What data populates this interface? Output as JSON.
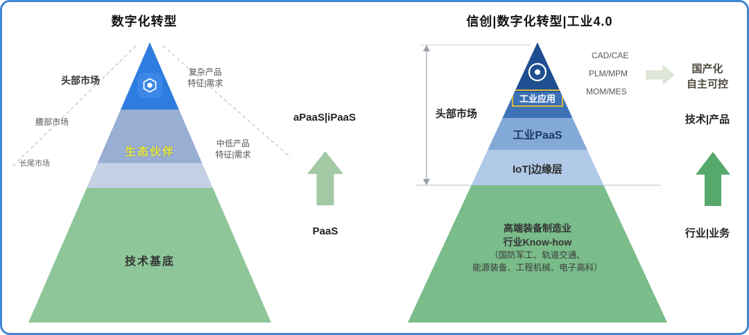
{
  "left_diagram": {
    "title": "数字化转型",
    "markets": [
      {
        "label": "头部市场"
      },
      {
        "label": "腰部市场"
      },
      {
        "label": "长尾市场"
      }
    ],
    "demand_labels": [
      {
        "line1": "复杂产品",
        "line2": "特征|需求"
      },
      {
        "line1": "中低产品",
        "line2": "特征|需求"
      }
    ],
    "pyramid": {
      "partner_layer": "生态伙伴",
      "base_layer": "技术基底"
    },
    "annotations": {
      "top": "aPaaS|iPaaS",
      "bottom": "PaaS"
    }
  },
  "right_diagram": {
    "title": "信创|数字化转型|工业4.0",
    "market": "头部市场",
    "pyramid": {
      "app_layer": "工业应用",
      "paas_layer": "工业PaaS",
      "iot_layer": "IoT|边缘层",
      "base_line1": "高端装备制造业",
      "base_line2": "行业Know-how",
      "base_line3": "（国防军工、轨道交通、",
      "base_line4": "能源装备、工程机械、电子高科）"
    },
    "tech_labels": [
      {
        "label": "CAD/CAE"
      },
      {
        "label": "PLM/MPM"
      },
      {
        "label": "MOM/MES"
      }
    ],
    "annotations": {
      "headline1": "国产化",
      "headline2": "自主可控",
      "top": "技术|产品",
      "bottom": "行业|业务"
    }
  },
  "colors": {
    "frame_border": "#3f86d6",
    "left_band_top": "#2e7ce0",
    "left_band_partner": "#98aed3",
    "left_band_light": "#c4d1e5",
    "left_band_base": "#8ec69a",
    "partner_text": "#e6e73a",
    "right_band_top": "#1f4f91",
    "right_band_app": "#3e72b6",
    "right_band_paas": "#82a9d8",
    "right_band_iot": "#b0c9e6",
    "right_band_base": "#7abc8a",
    "arrow_pale_green": "#a3c8a4",
    "arrow_green": "#57a86d",
    "arrow_pale_gray": "#dde7d7",
    "badge_border": "#d9b83a"
  }
}
